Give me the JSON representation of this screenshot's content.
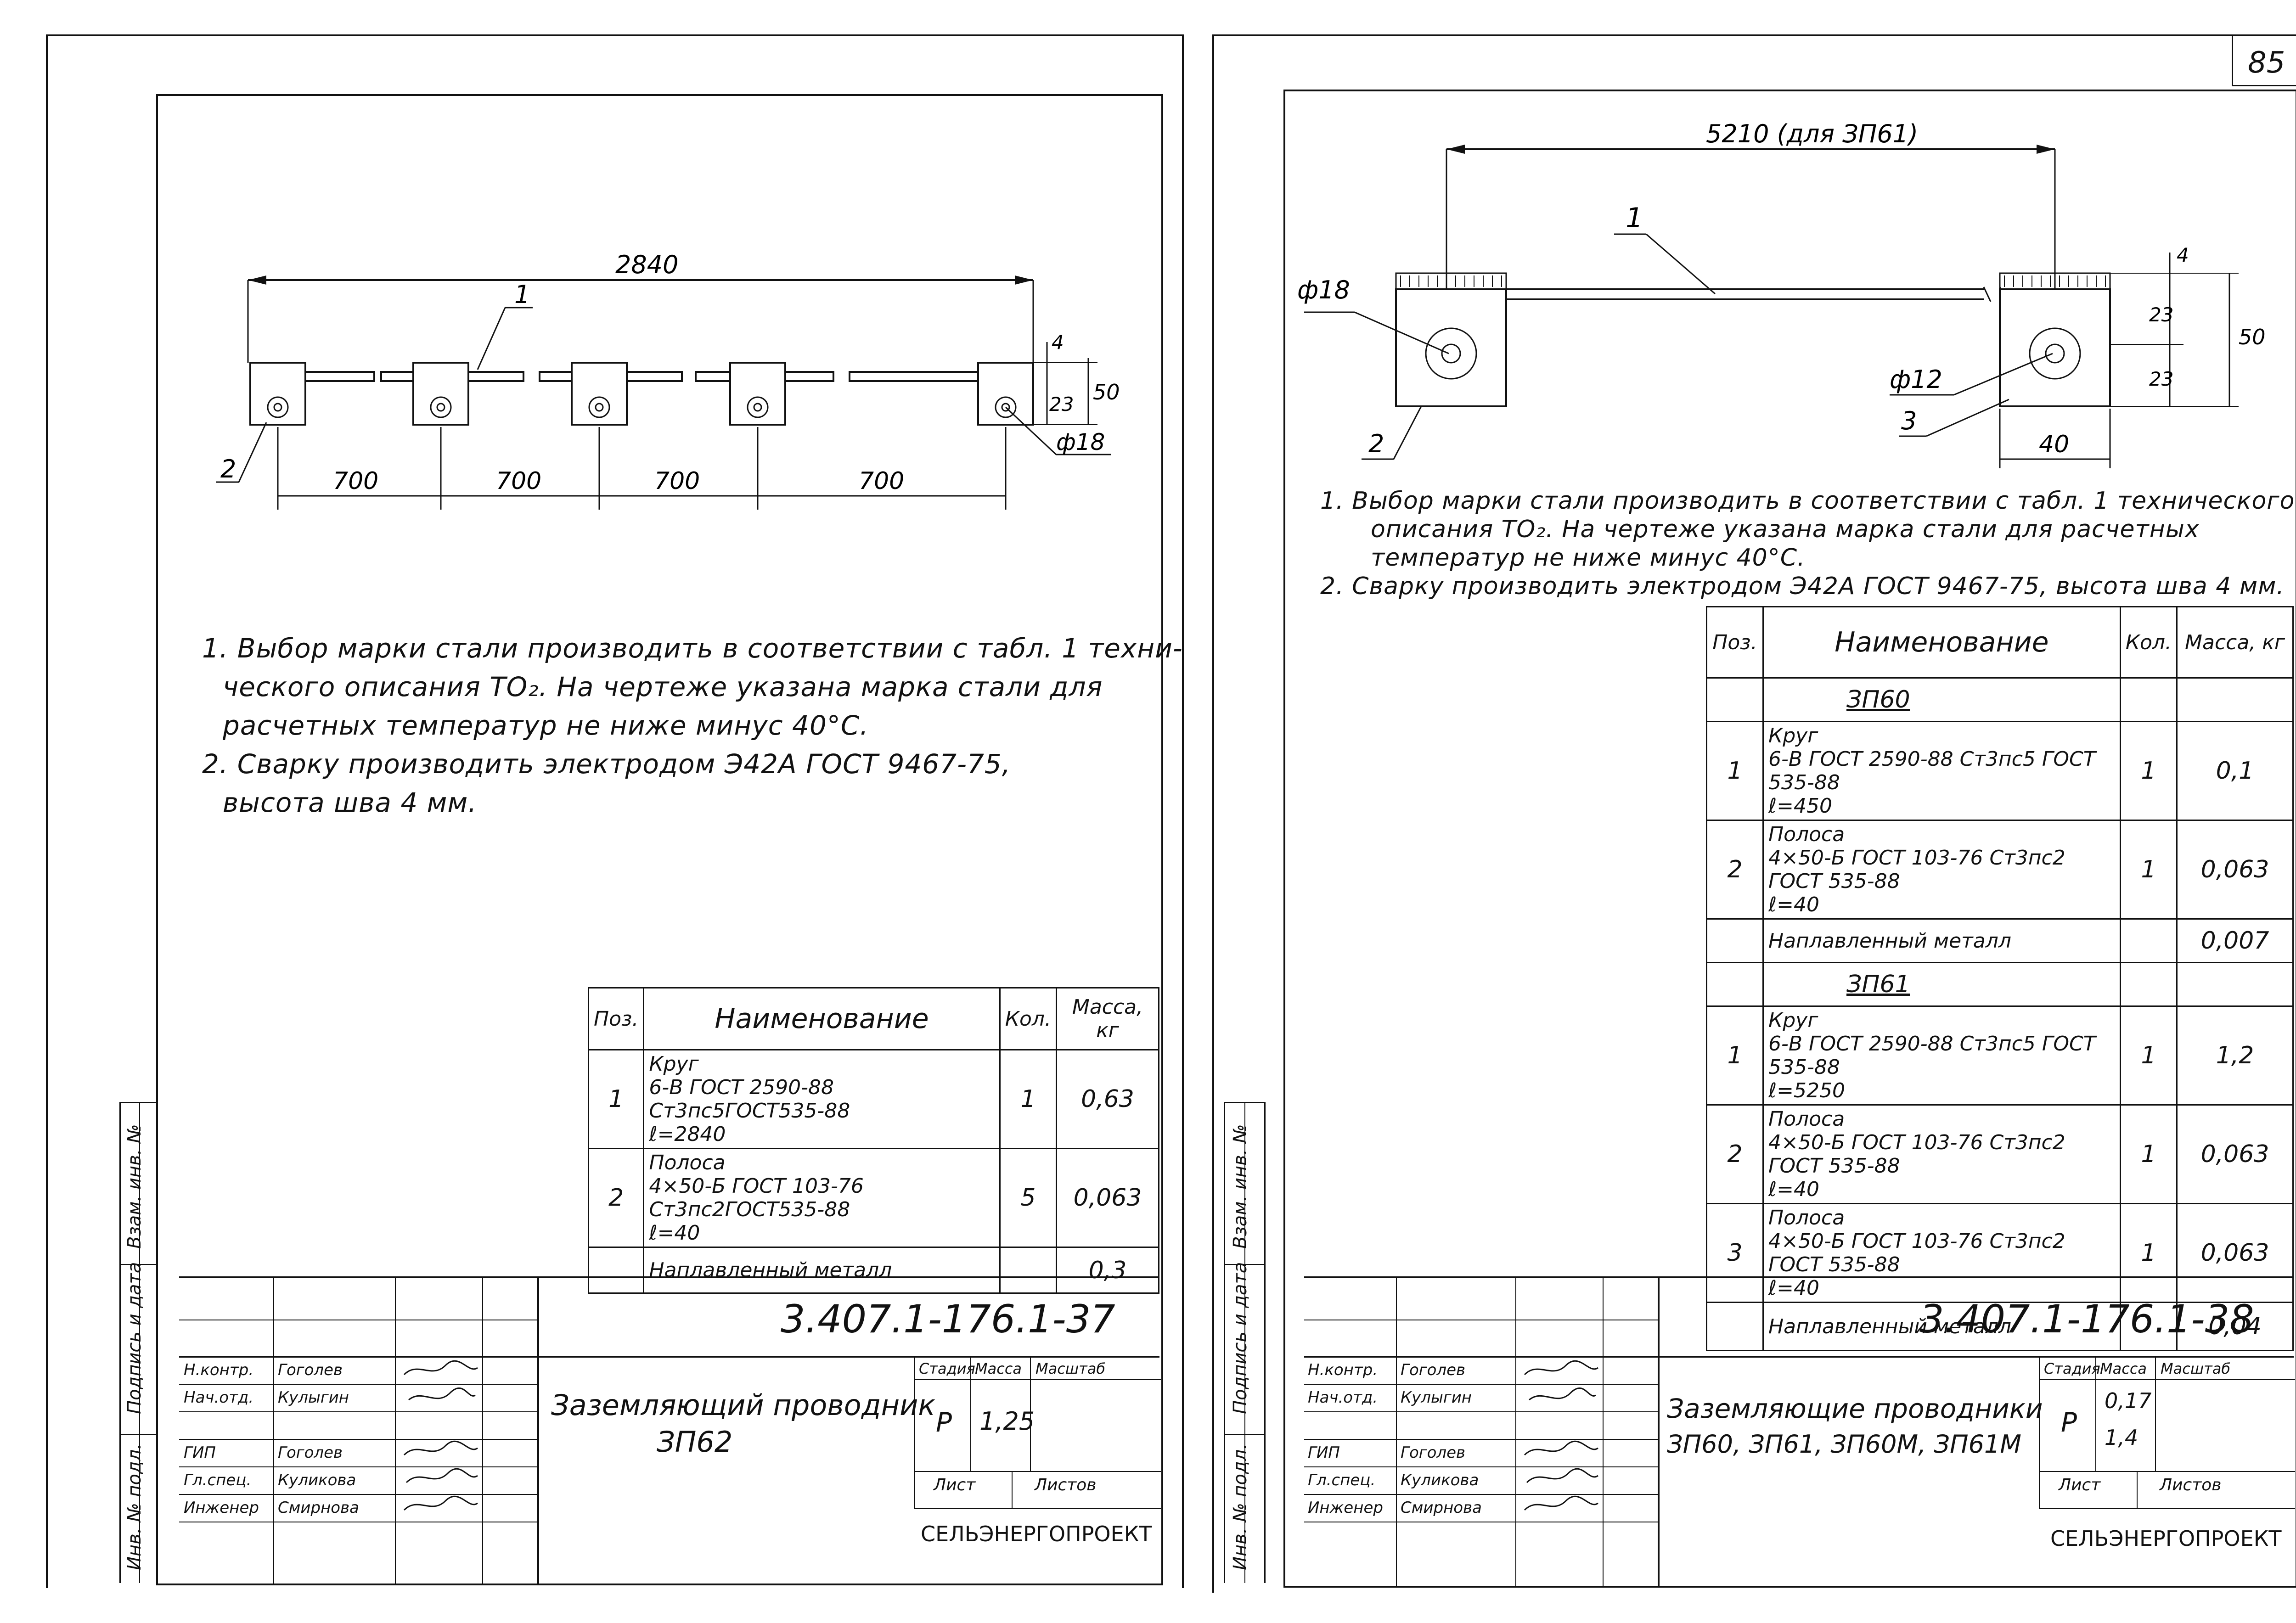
{
  "page_number": "85",
  "left_sheet": {
    "drawing": {
      "overall_dim": "2840",
      "spacing_dims": [
        "700",
        "700",
        "700",
        "700"
      ],
      "callouts": [
        "1",
        "2"
      ],
      "hole_label": "ф18",
      "height_dims": [
        "4",
        "23",
        "50"
      ]
    },
    "notes": [
      "1. Выбор марки стали производить в соответствии с табл. 1 техни-",
      "ческого описания ТО₂. На чертеже указана марка стали для",
      "расчетных температур не ниже минус 40°С.",
      "2. Сварку производить электродом Э42А ГОСТ 9467-75,",
      "высота шва 4 мм."
    ],
    "spec_table": {
      "headers": [
        "Поз.",
        "Наименование",
        "Кол.",
        "Масса, кг"
      ],
      "rows": [
        {
          "pos": "1",
          "name": "Круг",
          "spec": "6-В ГОСТ 2590-88 Ст3пс5ГОСТ535-88",
          "length": "ℓ=2840",
          "qty": "1",
          "mass": "0,63"
        },
        {
          "pos": "2",
          "name": "Полоса",
          "spec": "4×50-Б ГОСТ 103-76 Ст3пс2ГОСТ535-88",
          "length": "ℓ=40",
          "qty": "5",
          "mass": "0,063"
        },
        {
          "pos": "",
          "name": "Наплавленный металл",
          "spec": "",
          "length": "",
          "qty": "",
          "mass": "0,3"
        }
      ]
    },
    "title_block": {
      "code": "3.407.1-176.1-37",
      "title_line1": "Заземляющий проводник",
      "title_line2": "ЗП62",
      "stage_header": "Стадия",
      "mass_header": "Масса",
      "scale_header": "Масштаб",
      "stage": "Р",
      "mass": "1,25",
      "sheet_label": "Лист",
      "sheets_label": "Листов",
      "org": "СЕЛЬЭНЕРГОПРОЕКТ",
      "signers": [
        {
          "role": "Н.контр.",
          "name": "Гоголев"
        },
        {
          "role": "Нач.отд.",
          "name": "Кулыгин"
        },
        {
          "role": "ГИП",
          "name": "Гоголев"
        },
        {
          "role": "Гл.спец.",
          "name": "Куликова"
        },
        {
          "role": "Инженер",
          "name": "Смирнова"
        }
      ],
      "side_labels": [
        "Инв. № подл.",
        "Подпись и дата",
        "Взам. инв. №"
      ]
    }
  },
  "right_sheet": {
    "drawing": {
      "overall_dim": "5210 (для ЗП61)",
      "callouts": [
        "1",
        "2",
        "3"
      ],
      "hole_labels": [
        "ф18",
        "ф12"
      ],
      "height_dims": [
        "4",
        "23",
        "23",
        "50"
      ],
      "width_dim": "40"
    },
    "notes": [
      "1. Выбор марки стали производить в соответствии с табл. 1 технического",
      "описания ТО₂. На чертеже указана марка стали для расчетных",
      "температур не ниже минус 40°С.",
      "2. Сварку производить электродом Э42А ГОСТ 9467-75, высота шва 4 мм."
    ],
    "spec_table": {
      "headers": [
        "Поз.",
        "Наименование",
        "Кол.",
        "Масса, кг"
      ],
      "groups": [
        {
          "title": "ЗП60",
          "rows": [
            {
              "pos": "1",
              "name": "Круг",
              "spec": "6-В ГОСТ 2590-88 Ст3пс5 ГОСТ 535-88",
              "length": "ℓ=450",
              "qty": "1",
              "mass": "0,1"
            },
            {
              "pos": "2",
              "name": "Полоса",
              "spec": "4×50-Б ГОСТ 103-76 Ст3пс2 ГОСТ 535-88",
              "length": "ℓ=40",
              "qty": "1",
              "mass": "0,063"
            },
            {
              "pos": "",
              "name": "Наплавленный металл",
              "spec": "",
              "length": "",
              "qty": "",
              "mass": "0,007"
            }
          ]
        },
        {
          "title": "ЗП61",
          "rows": [
            {
              "pos": "1",
              "name": "Круг",
              "spec": "6-В ГОСТ 2590-88 Ст3пс5 ГОСТ 535-88",
              "length": "ℓ=5250",
              "qty": "1",
              "mass": "1,2"
            },
            {
              "pos": "2",
              "name": "Полоса",
              "spec": "4×50-Б ГОСТ 103-76 Ст3пс2 ГОСТ 535-88",
              "length": "ℓ=40",
              "qty": "1",
              "mass": "0,063"
            },
            {
              "pos": "3",
              "name": "Полоса",
              "spec": "4×50-Б ГОСТ 103-76 Ст3пс2 ГОСТ 535-88",
              "length": "ℓ=40",
              "qty": "1",
              "mass": "0,063"
            },
            {
              "pos": "",
              "name": "Наплавленный металл",
              "spec": "",
              "length": "",
              "qty": "",
              "mass": "0,04"
            }
          ]
        }
      ]
    },
    "title_block": {
      "code": "3.407.1-176.1-38",
      "title_line1": "Заземляющие проводники",
      "title_line2": "ЗП60, ЗП61, ЗП60М, ЗП61М",
      "stage_header": "Стадия",
      "mass_header": "Масса",
      "scale_header": "Масштаб",
      "stage": "Р",
      "mass_values": [
        "0,17",
        "1,4"
      ],
      "sheet_label": "Лист",
      "sheets_label": "Листов",
      "org": "СЕЛЬЭНЕРГОПРОЕКТ",
      "signers": [
        {
          "role": "Н.контр.",
          "name": "Гоголев"
        },
        {
          "role": "Нач.отд.",
          "name": "Кулыгин"
        },
        {
          "role": "ГИП",
          "name": "Гоголев"
        },
        {
          "role": "Гл.спец.",
          "name": "Куликова"
        },
        {
          "role": "Инженер",
          "name": "Смирнова"
        }
      ],
      "side_labels": [
        "Инв. № подл.",
        "Подпись и дата",
        "Взам. инв. №"
      ]
    }
  }
}
